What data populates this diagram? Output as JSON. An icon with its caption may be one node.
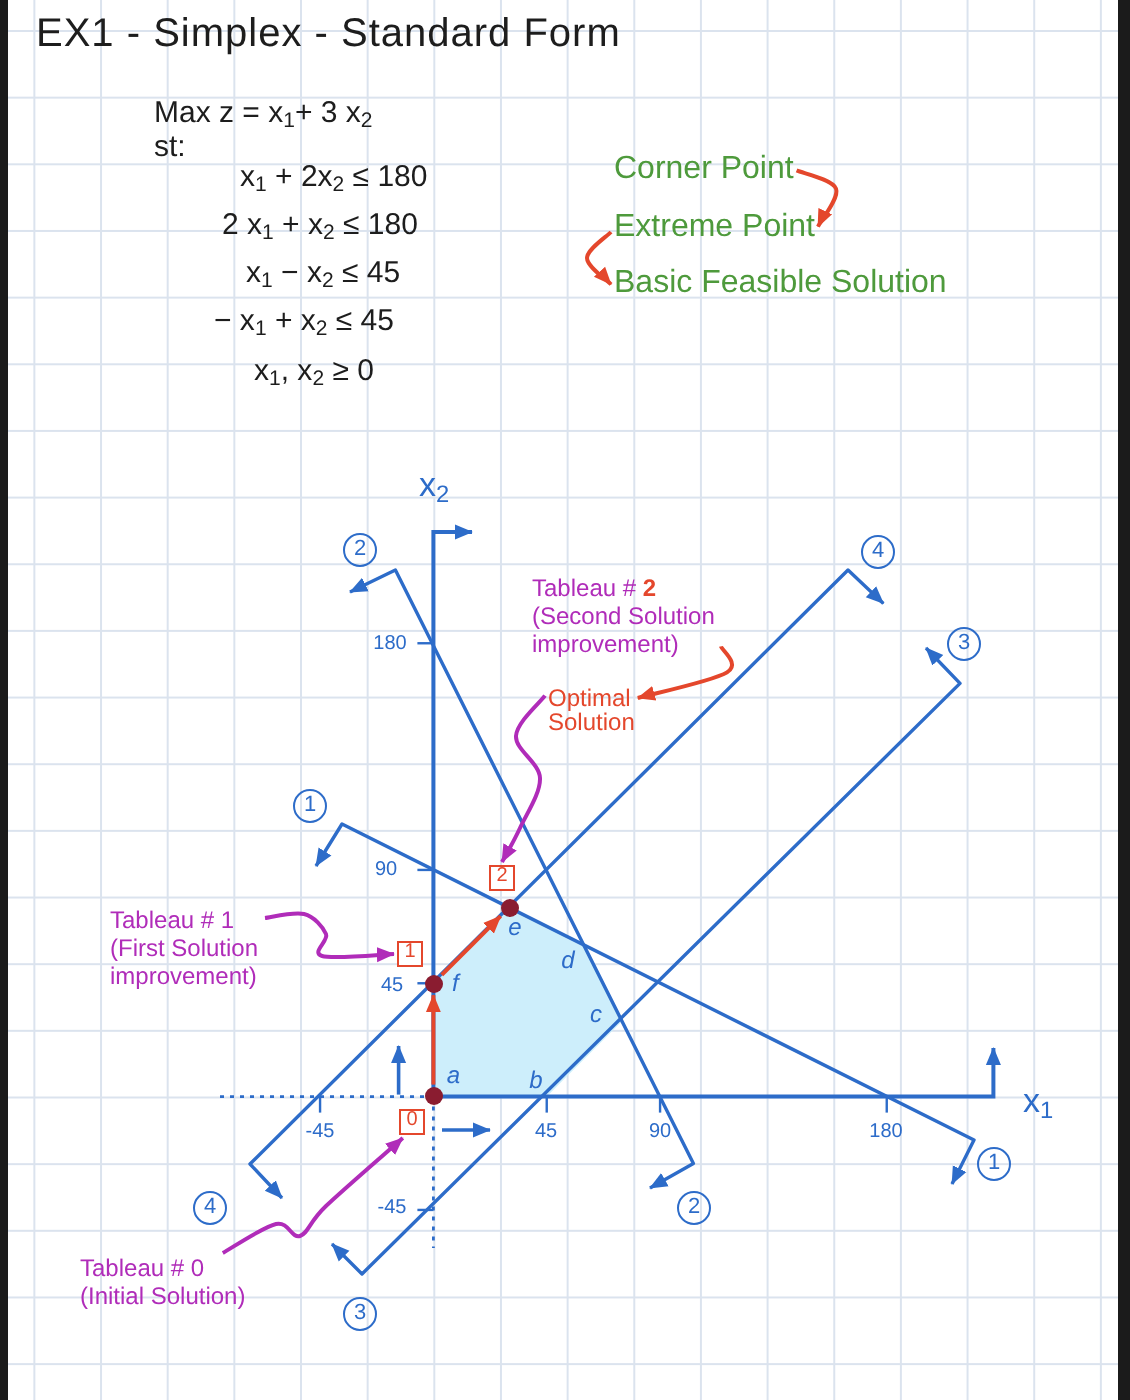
{
  "diagram": {
    "title": "EX1 - Simplex - Standard Form",
    "nodes": [
      {
        "text": [
          "Corner Point"
        ]
      },
      {
        "text": [
          "Extreme Point"
        ]
      },
      {
        "text": [
          "Basic Feasible Solution"
        ]
      },
      {
        "text": [
          "Tableau # **2**",
          "(Second Solution improvement)"
        ]
      },
      {
        "text": [
          "Optimal Solution"
        ]
      },
      {
        "text": [
          "2"
        ]
      },
      {
        "text": [],
        "shape": "circle",
        "beside": [
          "e"
        ]
      },
      {
        "text": [
          "Tableau # 1",
          "(First Solution improvement)"
        ]
      },
      {
        "text": [
          "1"
        ]
      },
      {
        "text": [],
        "shape": "circle",
        "beside": [
          "f"
        ]
      },
      {
        "text": [],
        "shape": "circle",
        "beside": [
          "a"
        ]
      },
      {
        "text": [
          "0"
        ]
      },
      {
        "text": [
          "Tableau # 0",
          "(Initial Solution)"
        ]
      }
    ],
    "edges": [
      {
        "from": 0,
        "to": 1,
        "arrow": "to"
      },
      {
        "from": 1,
        "to": 2,
        "arrow": "to"
      },
      {
        "from": 3,
        "to": 4,
        "arrow": "to"
      },
      {
        "from": 4,
        "to": 5,
        "arrow": "to",
        "color": "#b02cb9"
      },
      {
        "from": 7,
        "to": 8,
        "arrow": "to",
        "color": "#b02cb9"
      },
      {
        "from": 12,
        "to": 11,
        "arrow": "to",
        "color": "#b02cb9"
      },
      {
        "from": 10,
        "to": 9,
        "arrow": "to"
      },
      {
        "from": 9,
        "to": 6,
        "arrow": "to"
      }
    ],
    "labels": [
      "Max z = x$_{1}$+ 3 x$_{2}$",
      "st:",
      "x$_{1}$ + 2x$_{2}$ ≤ 180",
      "2 x$_{1}$ + x$_{2}$ ≤ 180",
      "x$_{1}$ − x$_{2}$ ≤ 45",
      "− x$_{1}$ + x$_{2}$ ≤ 45",
      "x$_{1}$, x$_{2}$ ≥ 0",
      "x$_{2}$",
      "2",
      "4",
      "180",
      "3",
      "1",
      "90",
      "d",
      "45",
      "c",
      "b",
      "x$_{1}$",
      "-45",
      "45",
      "90",
      "180",
      "1",
      "4",
      "-45",
      "2",
      "3"
    ]
  }
}
